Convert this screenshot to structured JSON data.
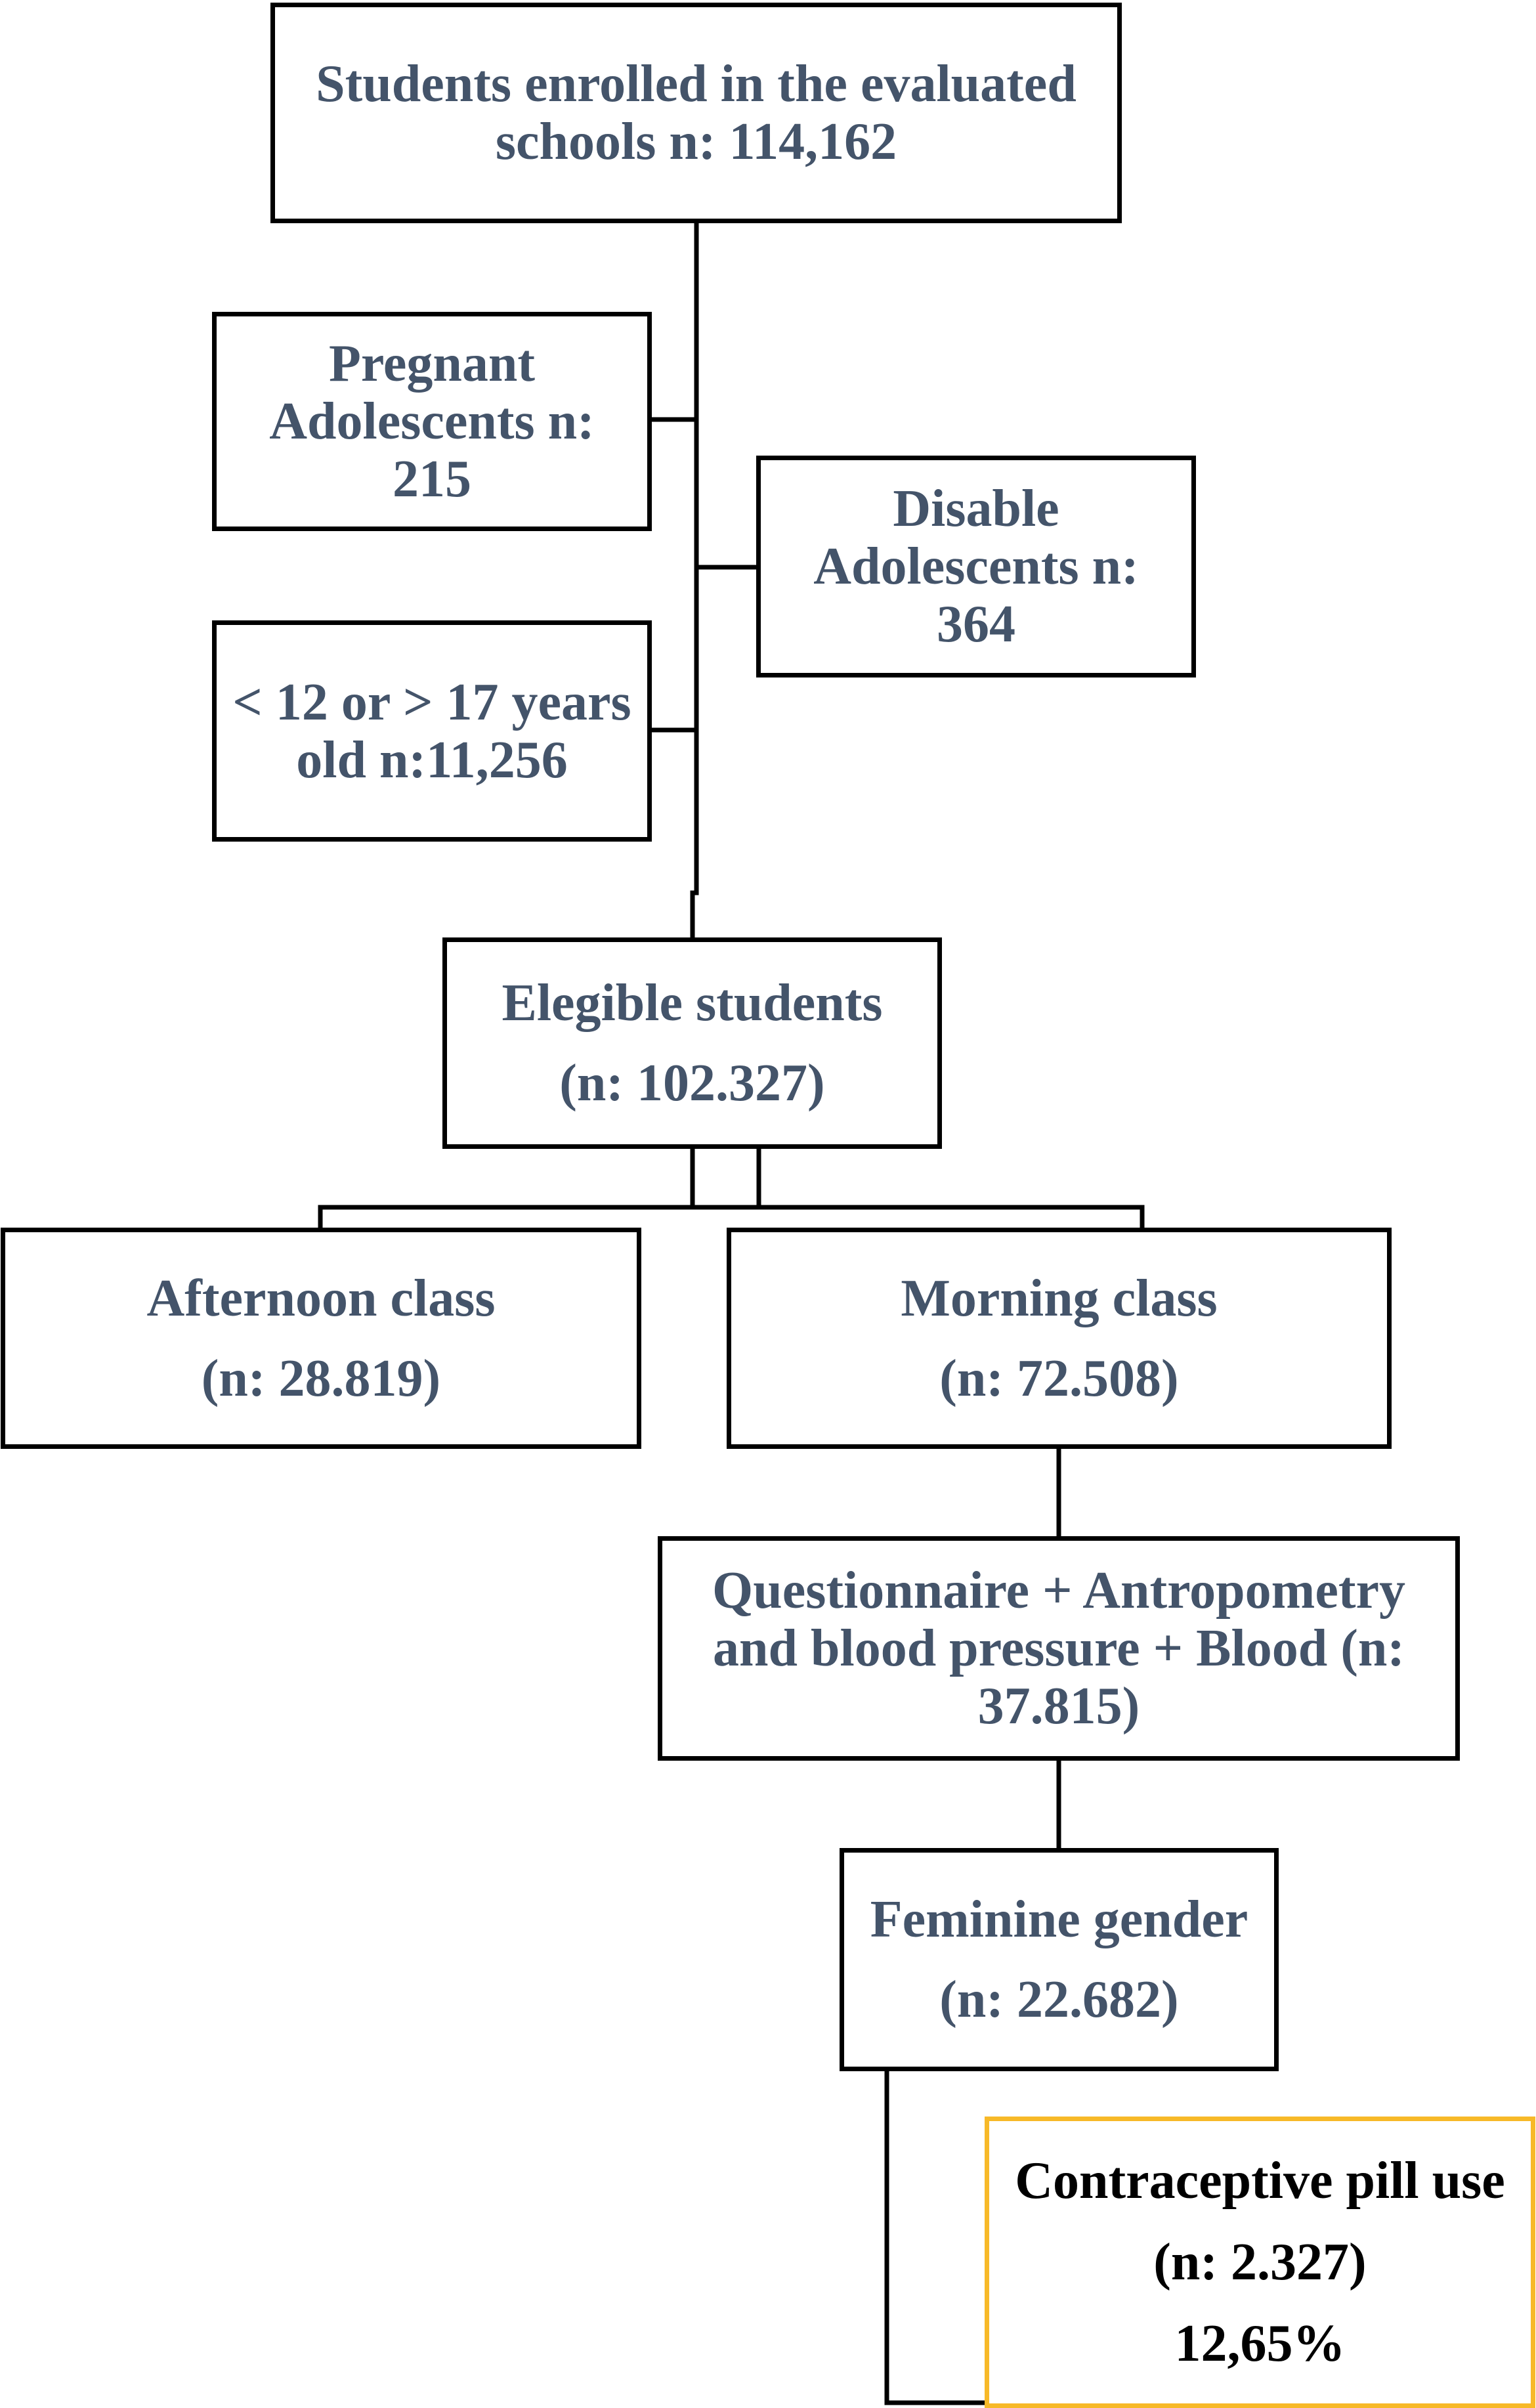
{
  "nodes": {
    "enrolled": {
      "lines": [
        "Students enrolled in the evaluated",
        "schools n: 114,162"
      ]
    },
    "pregnant": {
      "lines": [
        "Pregnant",
        "Adolescents n:",
        "215"
      ]
    },
    "disable": {
      "lines": [
        "Disable",
        "Adolescents n:",
        "364"
      ]
    },
    "age": {
      "lines": [
        "< 12 or > 17 years",
        "old n:11,256"
      ]
    },
    "eligible": {
      "lines": [
        "Elegible students",
        "(n: 102.327)"
      ]
    },
    "afternoon": {
      "lines": [
        "Afternoon class",
        "(n: 28.819)"
      ]
    },
    "morning": {
      "lines": [
        "Morning class",
        "(n: 72.508)"
      ]
    },
    "questionnaire": {
      "lines": [
        "Questionnaire + Antropometry",
        "and blood pressure + Blood (n:",
        "37.815)"
      ]
    },
    "feminine": {
      "lines": [
        "Feminine gender",
        "(n: 22.682)"
      ]
    },
    "pill": {
      "lines": [
        "Contraceptive pill use",
        "(n: 2.327)",
        "12,65%"
      ]
    }
  },
  "colors": {
    "node_text": "#44546a",
    "highlight_text": "#000000",
    "border": "#000000",
    "highlight_border": "#f7b928",
    "background": "#ffffff"
  }
}
